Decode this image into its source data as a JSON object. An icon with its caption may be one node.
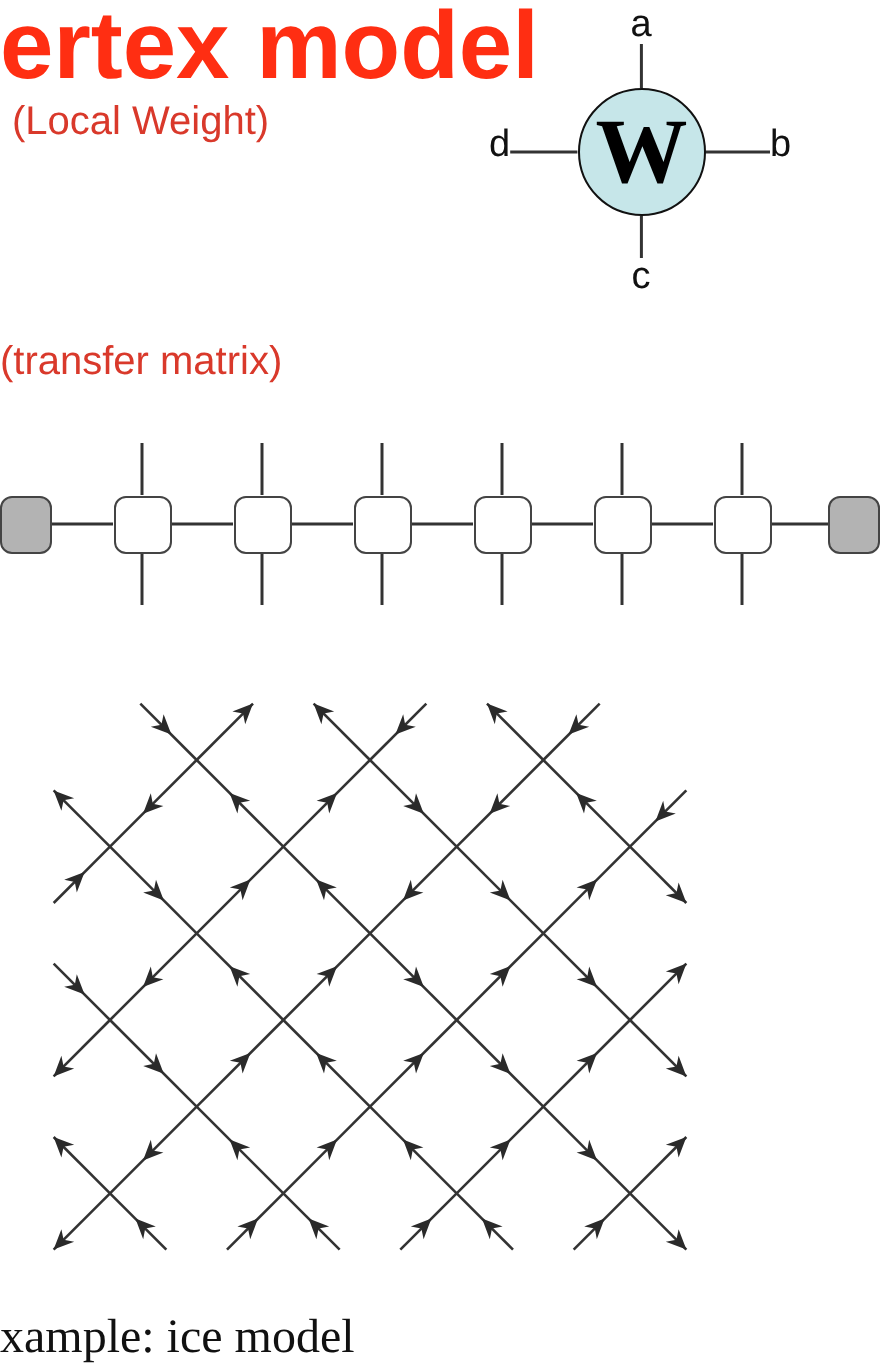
{
  "diagram": {
    "title": "ertex model",
    "caption": "xample: ice model",
    "nodes": [
      {
        "text": [
          "W"
        ]
      },
      {
        "text": [
          "a"
        ]
      },
      {
        "text": [
          "d"
        ]
      },
      {
        "text": [
          "b"
        ]
      },
      {
        "text": [
          "c"
        ]
      },
      {
        "text": [],
        "shape": "box"
      },
      {
        "text": [],
        "shape": "box"
      },
      {
        "text": [],
        "shape": "box"
      },
      {
        "text": [],
        "shape": "box"
      },
      {
        "text": [],
        "shape": "box"
      },
      {
        "text": [],
        "shape": "box"
      },
      {
        "text": [],
        "shape": "box"
      },
      {
        "text": [],
        "shape": "box"
      }
    ],
    "edges": [
      {
        "from": 0,
        "to": 1,
        "arrow": "none"
      },
      {
        "from": 0,
        "to": 2,
        "arrow": "none"
      },
      {
        "from": 0,
        "to": 3,
        "arrow": "none"
      },
      {
        "from": 0,
        "to": 4,
        "arrow": "none"
      },
      {
        "from": 5,
        "to": 6,
        "arrow": "none"
      },
      {
        "from": 6,
        "to": 7,
        "arrow": "none"
      },
      {
        "from": 7,
        "to": 8,
        "arrow": "none"
      },
      {
        "from": 8,
        "to": 9,
        "arrow": "none"
      },
      {
        "from": 9,
        "to": 10,
        "arrow": "none"
      },
      {
        "from": 10,
        "to": 11,
        "arrow": "none"
      },
      {
        "from": 11,
        "to": 12,
        "arrow": "none"
      },
      {
        "from": 6,
        "to": null,
        "arrow": "none"
      },
      {
        "from": 6,
        "to": null,
        "arrow": "none"
      },
      {
        "from": 7,
        "to": null,
        "arrow": "none"
      },
      {
        "from": 7,
        "to": null,
        "arrow": "none"
      },
      {
        "from": 8,
        "to": null,
        "arrow": "none"
      },
      {
        "from": 8,
        "to": null,
        "arrow": "none"
      },
      {
        "from": 9,
        "to": null,
        "arrow": "none"
      },
      {
        "from": 9,
        "to": null,
        "arrow": "none"
      },
      {
        "from": 10,
        "to": null,
        "arrow": "none"
      },
      {
        "from": 10,
        "to": null,
        "arrow": "none"
      },
      {
        "from": 11,
        "to": null,
        "arrow": "none"
      },
      {
        "from": 11,
        "to": null,
        "arrow": "none"
      }
    ],
    "labels": [
      "(Local Weight)",
      "(transfer matrix)"
    ]
  }
}
